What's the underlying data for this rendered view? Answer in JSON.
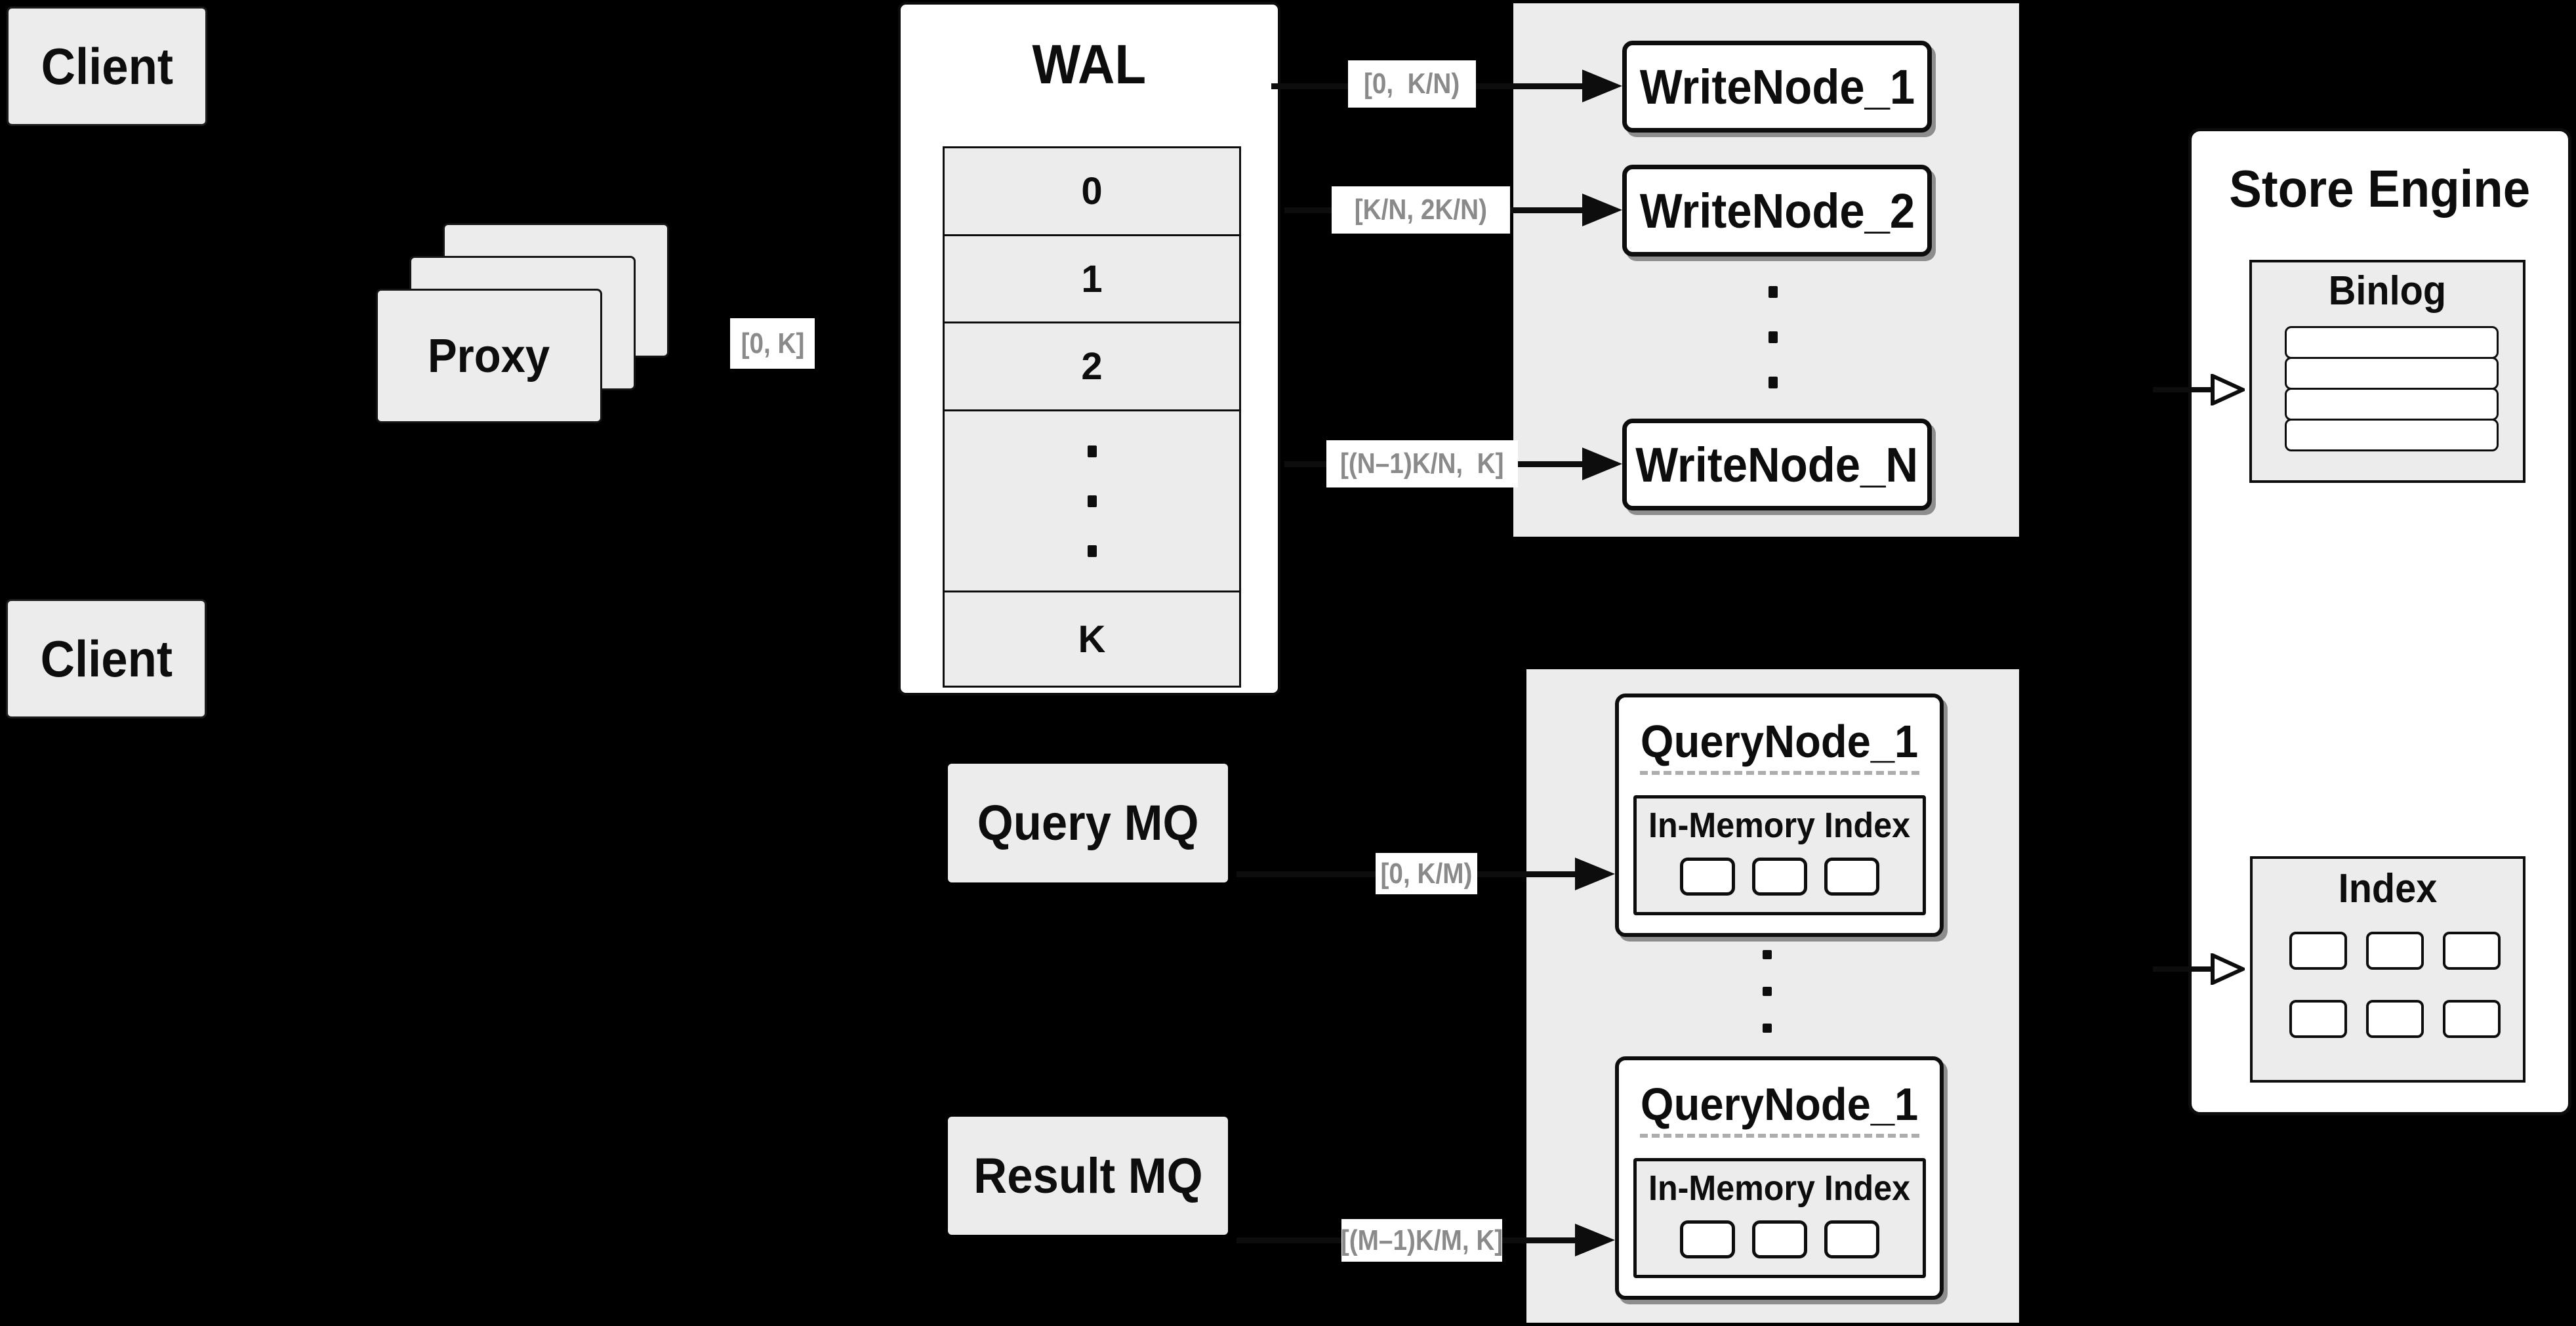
{
  "colors": {
    "background": "#000000",
    "panel_gray": "#ececec",
    "ink": "#0d0d0d",
    "range_label_text": "#8a8a8a",
    "dashed_separator": "#adadad"
  },
  "clients": {
    "top": "Client",
    "bottom": "Client"
  },
  "proxy": {
    "label": "Proxy",
    "range_out": "[0, K]"
  },
  "wal": {
    "title": "WAL",
    "rows": [
      "0",
      "1",
      "2"
    ],
    "last_row": "K"
  },
  "write": {
    "nodes": [
      "WriteNode_1",
      "WriteNode_2",
      "WriteNode_N"
    ],
    "ranges": [
      "[0,  K/N)",
      "[K/N, 2K/N)",
      "[(N–1)K/N,  K]"
    ]
  },
  "query": {
    "mq": "Query MQ",
    "result_mq": "Result MQ",
    "nodes": [
      {
        "title": "QueryNode_1",
        "subtitle": "In-Memory Index",
        "range": "[0, K/M)"
      },
      {
        "title": "QueryNode_1",
        "subtitle": "In-Memory Index",
        "range": "[(M–1)K/M, K]"
      }
    ]
  },
  "store": {
    "title": "Store Engine",
    "binlog": "Binlog",
    "index": "Index"
  }
}
